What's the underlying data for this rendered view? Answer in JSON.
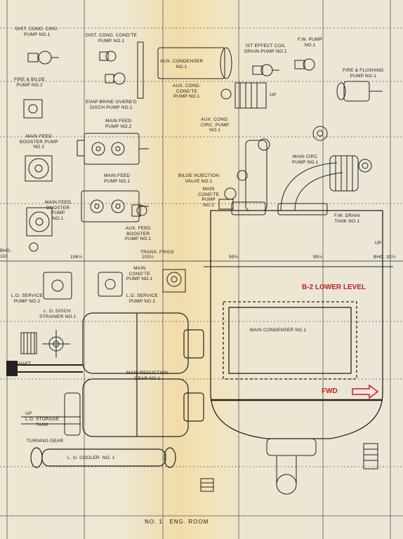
{
  "labels": {
    "dist_circ_pump": "DIST. COND. CIRC.\nPUMP NO.1",
    "dist_condte_pump": "DIST. COND. CONDʼTE\nPUMP NO.1",
    "aux_condenser": "AUX. CONDENSER\nNO.1",
    "first_effect_pump": "IST EFFECT COIL\nDRAIN PUMP NO.1",
    "fw_pump": "F.W. PUMP\nNO.1",
    "fire_flushing_pump": "FIRE & FLUSHING\nPUMP NO.1",
    "fire_bilge_pump": "FIRE & BILGE\nPUMP NO.2",
    "evap_brine_pump": "EVAP BRINE OVERBʼD\nDISCH PUMP NO.1",
    "aux_cond_condte_pump": "AUX. COND.\nCONDʼTE\nPUMP NO.1",
    "aux_cond_circ_pump": "AUX. COND.\nCIRC. PUMP\nNO.1",
    "main_feed_pump_2": "MAIN FEED\nPUMP NO.2",
    "main_feed_booster_2": "MAIN FEED\nBOOSTER PUMP\nNO.2",
    "main_circ_pump": "MAIN CIRC\nPUMP NO.1",
    "main_feed_pump_1": "MAIN FEED\nPUMP NO.1",
    "bilge_injection_valve": "BILGE INJECTION\nVALVE NO.1",
    "main_condte_pump_2": "MAIN\nCONDʼTE\nPUMP\nNO.2",
    "main_feed_booster_1": "MAIN FEED\nBOOSTER\nPUMP\nNO.1",
    "fw_drain_tank": "F.W. DRAIN\nTANK NO.1",
    "aux_feed_booster": "AUX. FEED\nBOOSTER\nPUMP NO.1",
    "trans_frigs": "TRANS. FRIGS",
    "main_condte_pump_1": "MAIN\nCONDʼTE\nPUMP NO.1",
    "lo_service_pump_2": "L.O. SERVICE\nPUMP NO.2",
    "lo_service_pump_1": "L.O. SERVICE\nPUMP NO.1",
    "lo_disch_strainer": "L. O. DISCH.\nSTRAINER NO.1",
    "main_condenser": "MAIN CONDENSER NO.1",
    "main_reduction_gear": "MAIN REDUCTION\nGEAR NO.1",
    "shaft": "SHAFT",
    "lo_storage_tank": "L.O. STORAGE\nTANK",
    "turning_gear": "TURNING GEAR",
    "lo_cooler": "L. O. COOLER  NO. 1",
    "up_1": "UP",
    "up_2": "UP",
    "up_3": "UP",
    "frame_bhd_110": "BHD.\n110",
    "frame_106": "106½",
    "frame_103": "103½",
    "frame_99": "99½",
    "frame_95": "95½",
    "frame_bhd_92": "BHD. 92½",
    "title": "NO. 1   ENG. ROOM"
  },
  "overlay": {
    "level_label": "B-2  LOWER  LEVEL",
    "direction_label": "FWD",
    "accent_color": "#c0202a"
  }
}
